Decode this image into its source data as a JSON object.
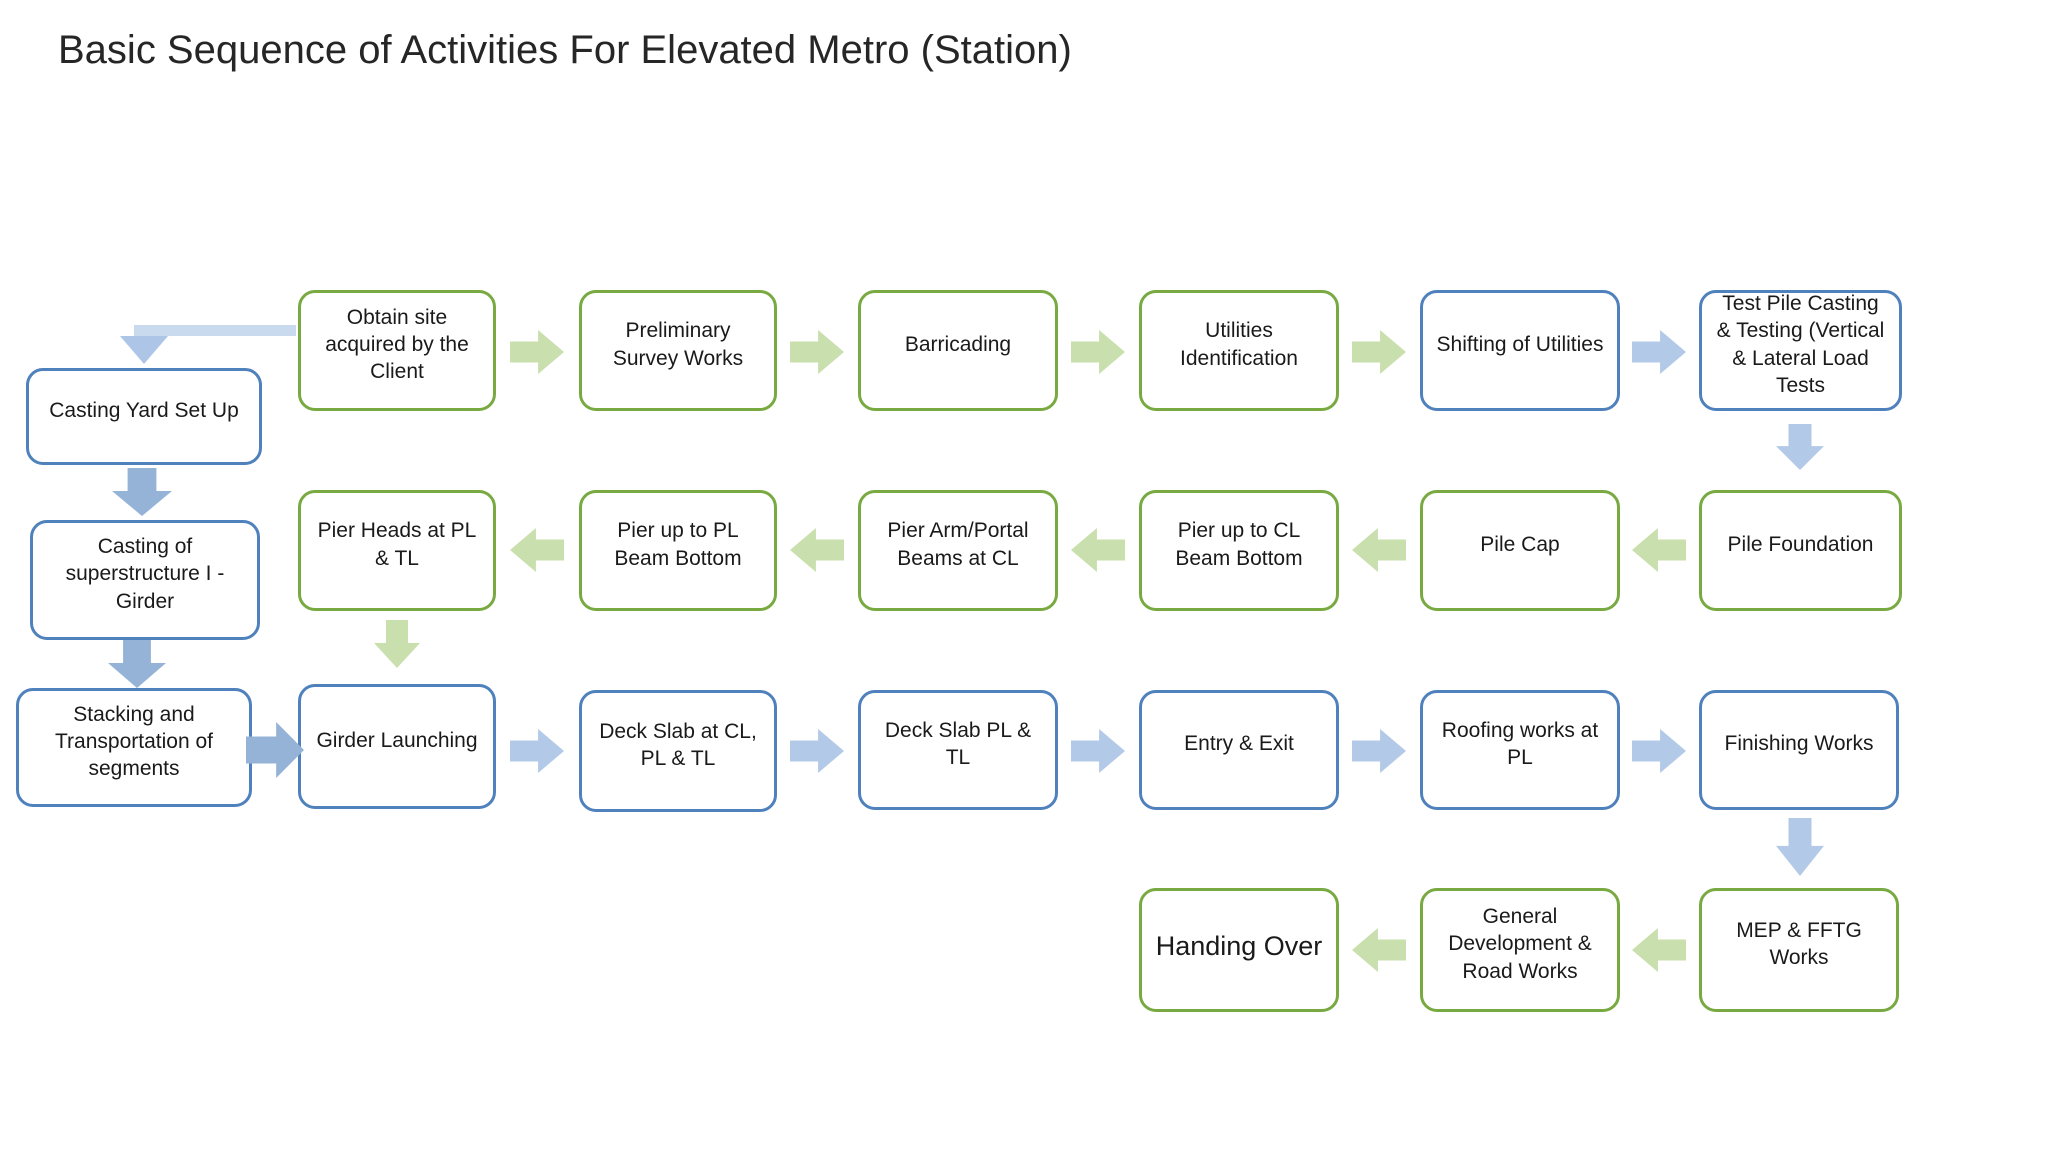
{
  "title": "Basic Sequence of Activities For Elevated Metro (Station)",
  "colors": {
    "green_border": "#79aa42",
    "blue_border": "#4f81bd",
    "green_arrow": "#c9e0ae",
    "light_blue_arrow": "#b3c9e8",
    "medium_blue_arrow": "#95b3d7",
    "connector_line": "#c9d9ee",
    "connector_head": "#adc6e8",
    "text": "#1a1a1a",
    "title_color": "#262626"
  },
  "nodes": {
    "obtain_site": {
      "label": "Obtain site acquired by the Client",
      "style": "green"
    },
    "preliminary_survey": {
      "label": "Preliminary Survey Works",
      "style": "green"
    },
    "barricading": {
      "label": "Barricading",
      "style": "green"
    },
    "utilities_identification": {
      "label": "Utilities Identification",
      "style": "green"
    },
    "shifting_utilities": {
      "label": "Shifting of Utilities",
      "style": "blue"
    },
    "test_pile": {
      "label": "Test Pile Casting & Testing (Vertical & Lateral Load Tests",
      "style": "blue"
    },
    "pier_heads": {
      "label": "Pier Heads at PL & TL",
      "style": "green"
    },
    "pier_pl_beam": {
      "label": "Pier up to PL Beam Bottom",
      "style": "green"
    },
    "pier_arm": {
      "label": "Pier Arm/Portal Beams at CL",
      "style": "green"
    },
    "pier_cl_beam": {
      "label": "Pier up to CL Beam Bottom",
      "style": "green"
    },
    "pile_cap": {
      "label": "Pile Cap",
      "style": "green"
    },
    "pile_foundation": {
      "label": "Pile Foundation",
      "style": "green"
    },
    "casting_yard": {
      "label": "Casting Yard Set Up",
      "style": "blue"
    },
    "casting_superstructure": {
      "label": "Casting of superstructure  I - Girder",
      "style": "blue"
    },
    "stacking": {
      "label": "Stacking and Transportation of segments",
      "style": "blue"
    },
    "girder_launching": {
      "label": "Girder Launching",
      "style": "blue"
    },
    "deck_slab_cl": {
      "label": "Deck Slab at CL, PL & TL",
      "style": "blue"
    },
    "deck_slab_pl": {
      "label": "Deck Slab  PL & TL",
      "style": "blue"
    },
    "entry_exit": {
      "label": "Entry & Exit",
      "style": "blue"
    },
    "roofing": {
      "label": "Roofing works at PL",
      "style": "blue"
    },
    "finishing": {
      "label": "Finishing Works",
      "style": "blue"
    },
    "handing_over": {
      "label": "Handing Over",
      "style": "green"
    },
    "general_dev": {
      "label": "General Development & Road Works",
      "style": "green"
    },
    "mep": {
      "label": "MEP & FFTG Works",
      "style": "green"
    }
  }
}
